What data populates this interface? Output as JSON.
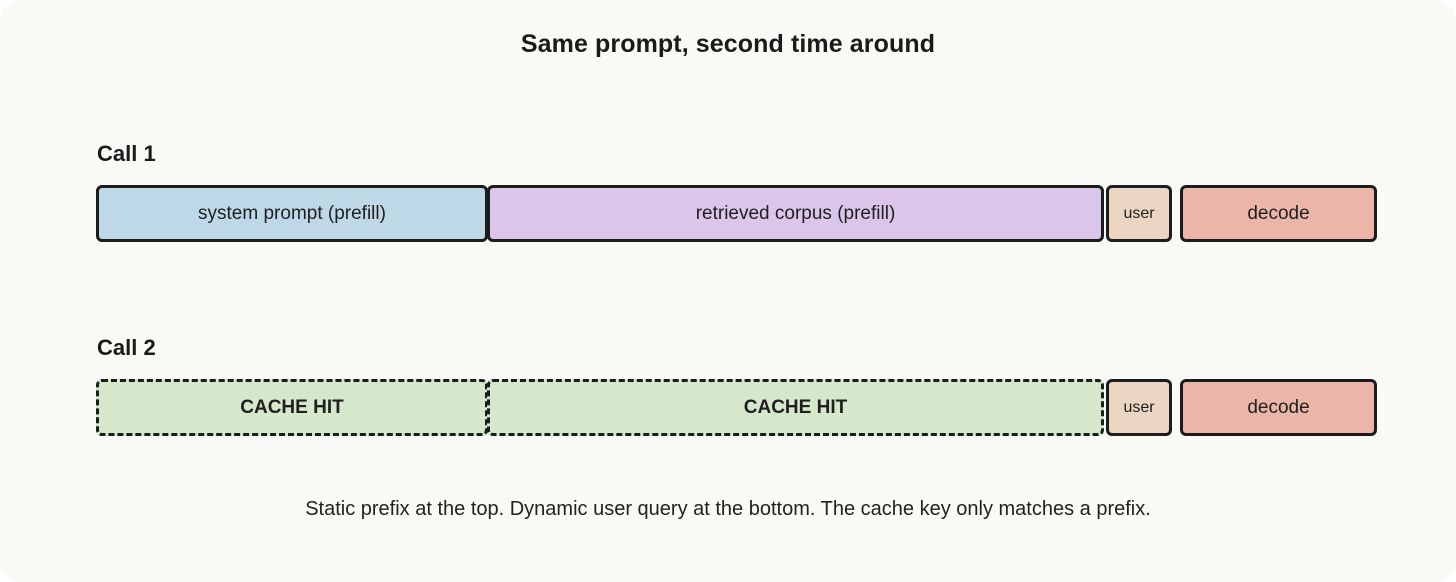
{
  "title": "Same prompt, second time around",
  "calls": [
    {
      "label": "Call 1",
      "segments": [
        {
          "label": "system prompt (prefill)",
          "color": "#bfd8e7"
        },
        {
          "label": "retrieved corpus (prefill)",
          "color": "#dbc6e9"
        },
        {
          "label": "user",
          "color": "#ead6c2"
        },
        {
          "label": "decode",
          "color": "#ebb5a8"
        }
      ]
    },
    {
      "label": "Call 2",
      "segments": [
        {
          "label": "CACHE HIT",
          "color": "#d5e8cb"
        },
        {
          "label": "CACHE HIT",
          "color": "#d5e8cb"
        },
        {
          "label": "user",
          "color": "#ead6c2"
        },
        {
          "label": "decode",
          "color": "#ebb5a8"
        }
      ]
    }
  ],
  "caption": "Static prefix at the top. Dynamic user query at the bottom. The cache key only matches a prefix."
}
